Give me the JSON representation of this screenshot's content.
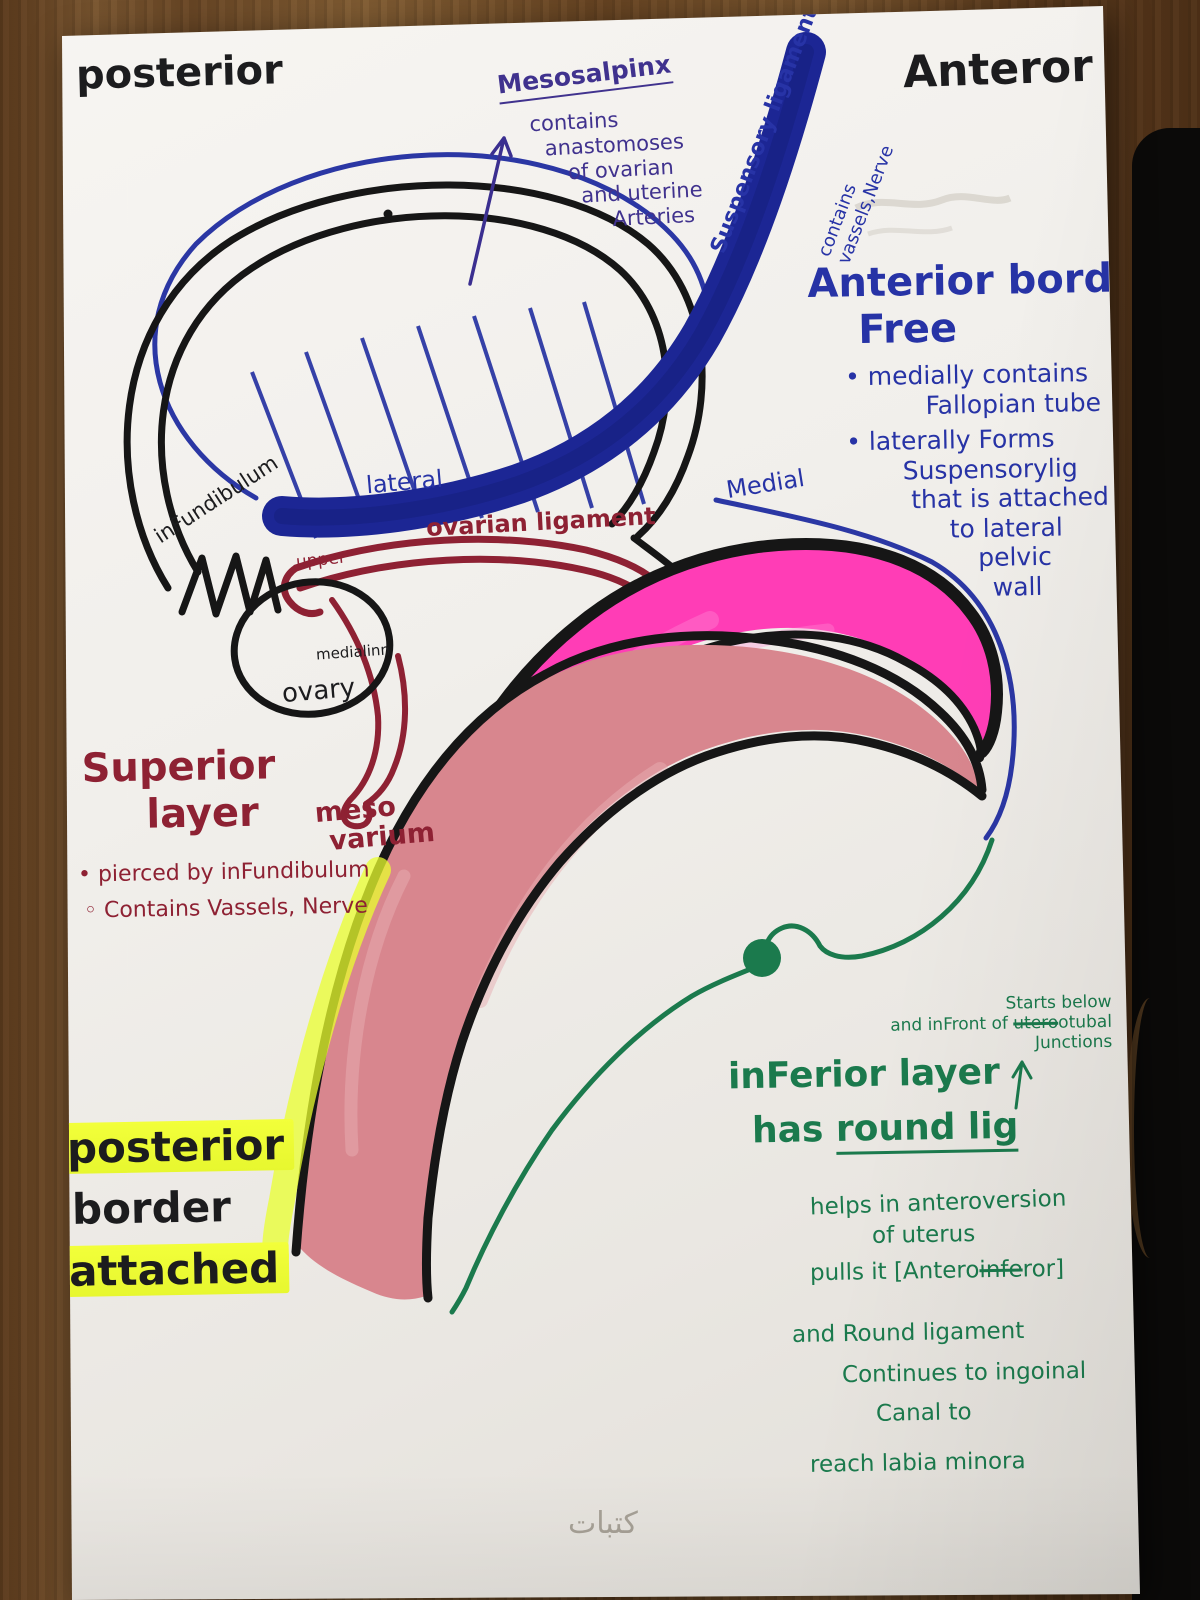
{
  "labels": {
    "posterior": "posterior",
    "anteror": "Anteror"
  },
  "mesosalpinx": {
    "title": "Mesosalpinx",
    "l1": "contains",
    "l2": "anastomoses",
    "l3": "of ovarian",
    "l4": "and uterine",
    "l5": "Arteries"
  },
  "suspensory": {
    "ligament": "Suspensory ligament",
    "c1": "contains",
    "c2": "vassels,Nerve"
  },
  "anterior_border": {
    "title": "Anterior border",
    "free": "Free",
    "b1": "• medially contains",
    "b1b": "Fallopian tube",
    "b2": "• laterally Forms",
    "b2b": "Suspensorylig",
    "b2c": "that is attached",
    "b2d": "to lateral",
    "b2e": "pelvic",
    "b2f": "wall"
  },
  "diagram": {
    "infundibulum": "inFundibulum",
    "lateral": "lateral",
    "medial": "Medial",
    "ovarian_ligament": "ovarian ligament",
    "upper": "upper",
    "medial_inn": "medialinn",
    "ovary": "ovary",
    "meso": "meso",
    "varium": "varium"
  },
  "superior_layer": {
    "t1": "Superior",
    "t2": "layer",
    "b1": "• pierced by inFundibulum",
    "b2": "◦ Contains Vassels, Nerve"
  },
  "posterior_border": {
    "l1": "posterior",
    "l2": "border",
    "l3": "attached"
  },
  "inferior_layer": {
    "note1": "Starts below",
    "note2a": "and inFront of ",
    "note2b": "utero",
    "note2c": "otubal",
    "note3": "Junctions",
    "t1": "inFerior layer",
    "t2a": "has ",
    "t2b": "round lig",
    "p1": "helps in anteroversion",
    "p2": "of uterus",
    "p3a": "pulls it [Antero",
    "p3b": "infe",
    "p3c": "ror]",
    "p4": "and Round ligament",
    "p5": "Continues to ingoinal",
    "p6": "Canal to",
    "p7": "reach labia minora"
  },
  "watermark": "كتبات",
  "colors": {
    "blue_ink": "#2733a6",
    "navy_band": "#1c2694",
    "purple_ink": "#40328e",
    "maroon_ink": "#8e2133",
    "green_ink": "#1b7a4d",
    "pink_marker": "#ff3db6",
    "rose_marker": "#d8868e",
    "yellow_highlight": "#f0ff3c",
    "black_ink": "#161616"
  }
}
